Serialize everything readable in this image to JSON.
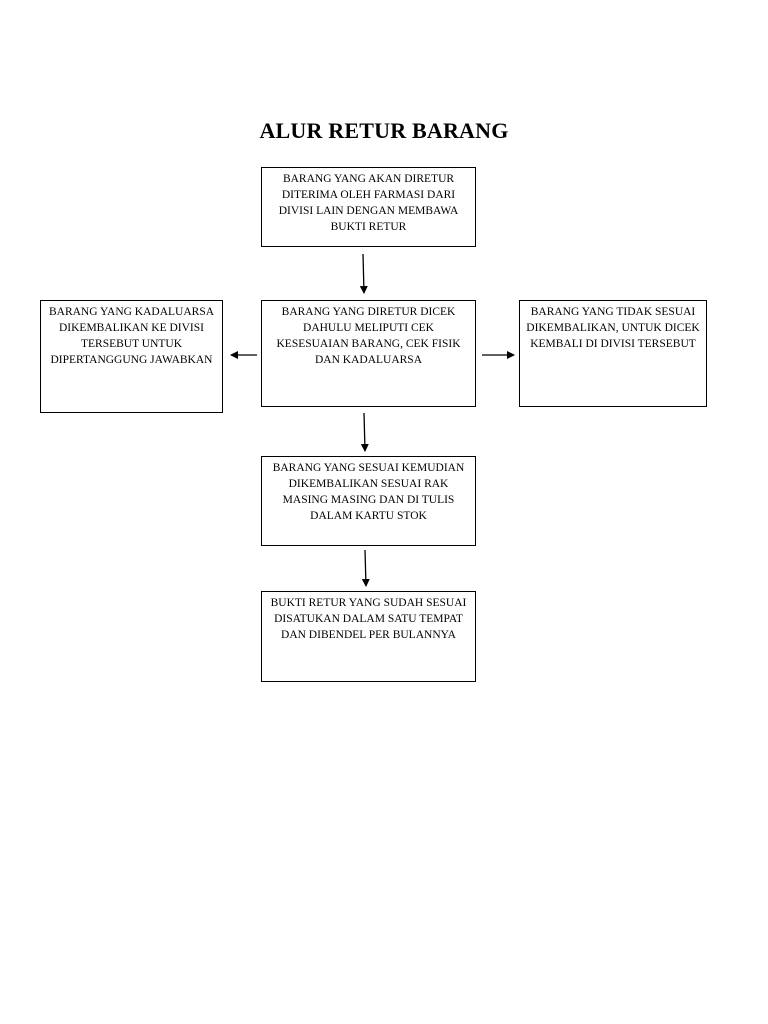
{
  "title": "ALUR RETUR BARANG",
  "boxes": {
    "receive": "BARANG YANG AKAN DIRETUR DITERIMA OLEH FARMASI DARI DIVISI LAIN DENGAN MEMBAWA BUKTI RETUR",
    "check": "BARANG YANG DIRETUR DICEK DAHULU MELIPUTI CEK KESESUAIAN BARANG, CEK FISIK DAN KADALUARSA",
    "expired": "BARANG YANG KADALUARSA DIKEMBALIKAN KE DIVISI TERSEBUT UNTUK DIPERTANGGUNG JAWABKAN",
    "mismatch": "BARANG YANG TIDAK SESUAI DIKEMBALIKAN, UNTUK DICEK KEMBALI DI DIVISI TERSEBUT",
    "shelve": "BARANG YANG SESUAI KEMUDIAN DIKEMBALIKAN SESUAI RAK MASING MASING DAN DI TULIS DALAM KARTU STOK",
    "archive": "BUKTI RETUR YANG SUDAH SESUAI DISATUKAN DALAM SATU TEMPAT DAN DIBENDEL PER BULANNYA"
  }
}
